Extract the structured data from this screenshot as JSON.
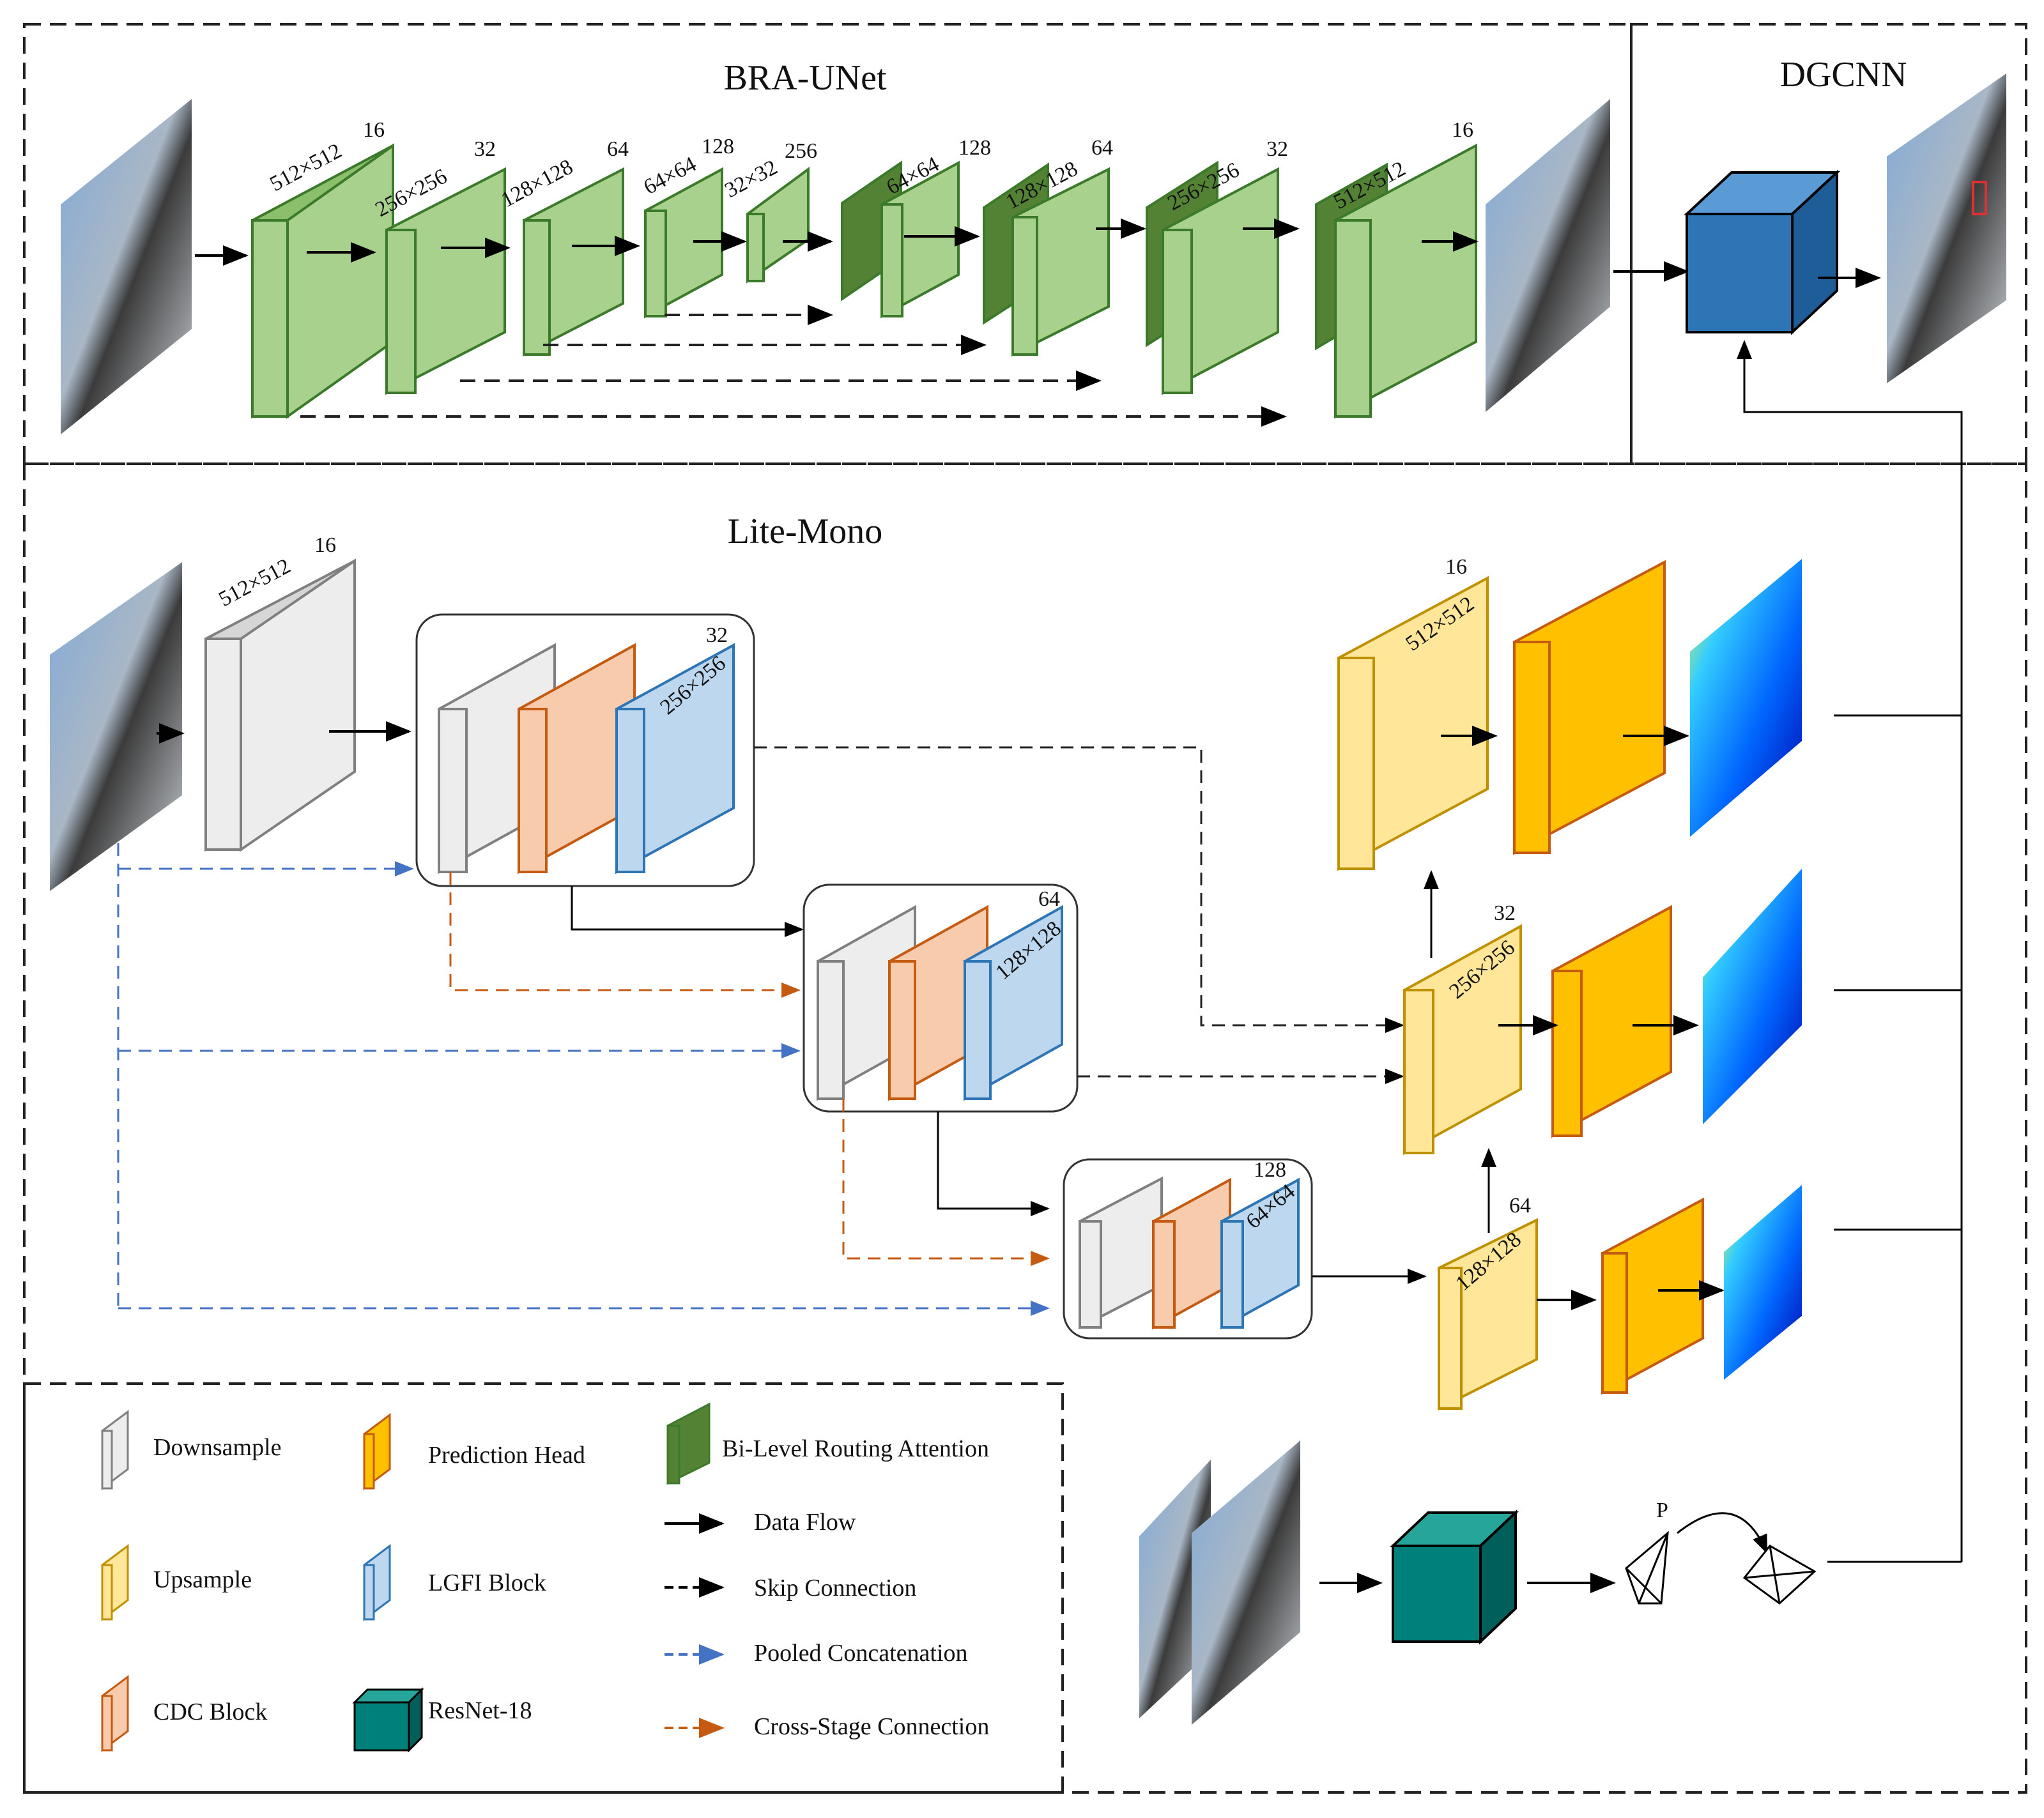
{
  "sections": {
    "bra_unet": "BRA-UNet",
    "dgcnn": "DGCNN",
    "lite_mono": "Lite-Mono"
  },
  "colors": {
    "green_front": "#a9d18e",
    "green_side": "#8bbf6b",
    "green_dark": "#548235",
    "gray_front": "#ededed",
    "gray_side": "#d6d6d6",
    "salmon_front": "#f8cbad",
    "salmon_stroke": "#c55a11",
    "blue_light": "#bdd7ee",
    "blue_stroke": "#2e75b6",
    "yellow_front": "#ffe699",
    "yellow_stroke": "#bf9000",
    "orange_front": "#ffc000",
    "orange_stroke": "#c55a11",
    "cube_blue": "#2e75b6",
    "cube_teal": "#00807a",
    "skip_blue": "#4472c4",
    "skip_orange": "#c55a11"
  },
  "bra_unet": {
    "encoder": [
      {
        "dim": "512×512",
        "ch": "16"
      },
      {
        "dim": "256×256",
        "ch": "32"
      },
      {
        "dim": "128×128",
        "ch": "64"
      },
      {
        "dim": "64×64",
        "ch": "128"
      },
      {
        "dim": "32×32",
        "ch": "256"
      }
    ],
    "decoder": [
      {
        "dim": "64×64",
        "ch": "128"
      },
      {
        "dim": "128×128",
        "ch": "64"
      },
      {
        "dim": "256×256",
        "ch": "32"
      },
      {
        "dim": "512×512",
        "ch": "16"
      }
    ]
  },
  "lite_mono": {
    "stem": {
      "dim": "512×512",
      "ch": "16"
    },
    "stages": [
      {
        "dim": "256×256",
        "ch": "32"
      },
      {
        "dim": "128×128",
        "ch": "64"
      },
      {
        "dim": "64×64",
        "ch": "128"
      }
    ],
    "upsample": [
      {
        "dim": "512×512",
        "ch": "16"
      },
      {
        "dim": "256×256",
        "ch": "32"
      },
      {
        "dim": "128×128",
        "ch": "64"
      }
    ],
    "pose_label": "P"
  },
  "legend": {
    "downsample": "Downsample",
    "upsample": "Upsample",
    "cdc_block": "CDC Block",
    "prediction_head": "Prediction Head",
    "lgfi_block": "LGFI Block",
    "resnet18": "ResNet-18",
    "bra": "Bi-Level Routing Attention",
    "data_flow": "Data Flow",
    "skip_connection": "Skip Connection",
    "pooled_concatenation": "Pooled Concatenation",
    "cross_stage_connection": "Cross-Stage Connection"
  }
}
